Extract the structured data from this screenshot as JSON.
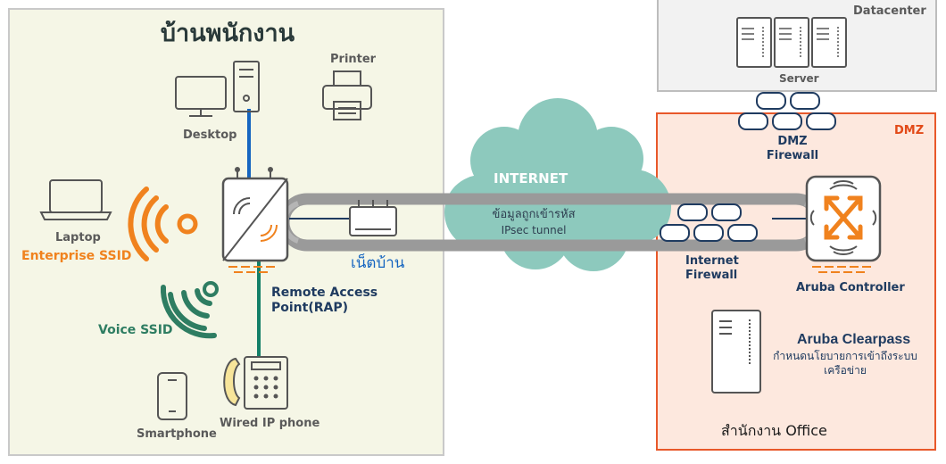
{
  "home": {
    "title": "บ้านพนักงาน",
    "printer": "Printer",
    "desktop": "Desktop",
    "laptop": "Laptop",
    "enterprise_ssid": "Enterprise SSID",
    "voice_ssid": "Voice SSID",
    "smartphone": "Smartphone",
    "wired_phone": "Wired IP phone",
    "rap_line1": "Remote Access",
    "rap_line2": "Point(RAP)",
    "home_net": "เน็ตบ้าน"
  },
  "internet": {
    "label": "INTERNET",
    "tunnel_line1": "ข้อมูลถูกเข้ารหัส",
    "tunnel_line2": "IPsec tunnel"
  },
  "datacenter": {
    "label": "Datacenter",
    "server": "Server"
  },
  "dmz": {
    "label": "DMZ",
    "firewall_line1": "DMZ",
    "firewall_line2": "Firewall"
  },
  "office": {
    "internet_fw_line1": "Internet",
    "internet_fw_line2": "Firewall",
    "controller": "Aruba Controller",
    "clearpass_title": "Aruba Clearpass",
    "clearpass_desc1": "กำหนดนโยบายการเข้าถึงระบบ",
    "clearpass_desc2": "เครือข่าย",
    "office_label": "สำนักงาน Office"
  },
  "colors": {
    "home_bg": "#f5f6e6",
    "dmz_border": "#e8582a",
    "dmz_bg": "#fde8de",
    "datacenter_bg": "#f2f2f2",
    "cloud": "#8dc9bd",
    "navy": "#1f3b60",
    "orange": "#f0821e",
    "green": "#2e7d62",
    "blue_link": "#1565c0",
    "green_link": "#138068"
  },
  "icons": [
    "desktop-icon",
    "printer-icon",
    "laptop-icon",
    "wifi-icon",
    "smartphone-icon",
    "ip-phone-icon",
    "access-point-icon",
    "router-icon",
    "server-icon",
    "firewall-icon",
    "controller-icon",
    "clearpass-icon",
    "cloud-icon",
    "tunnel-icon"
  ]
}
